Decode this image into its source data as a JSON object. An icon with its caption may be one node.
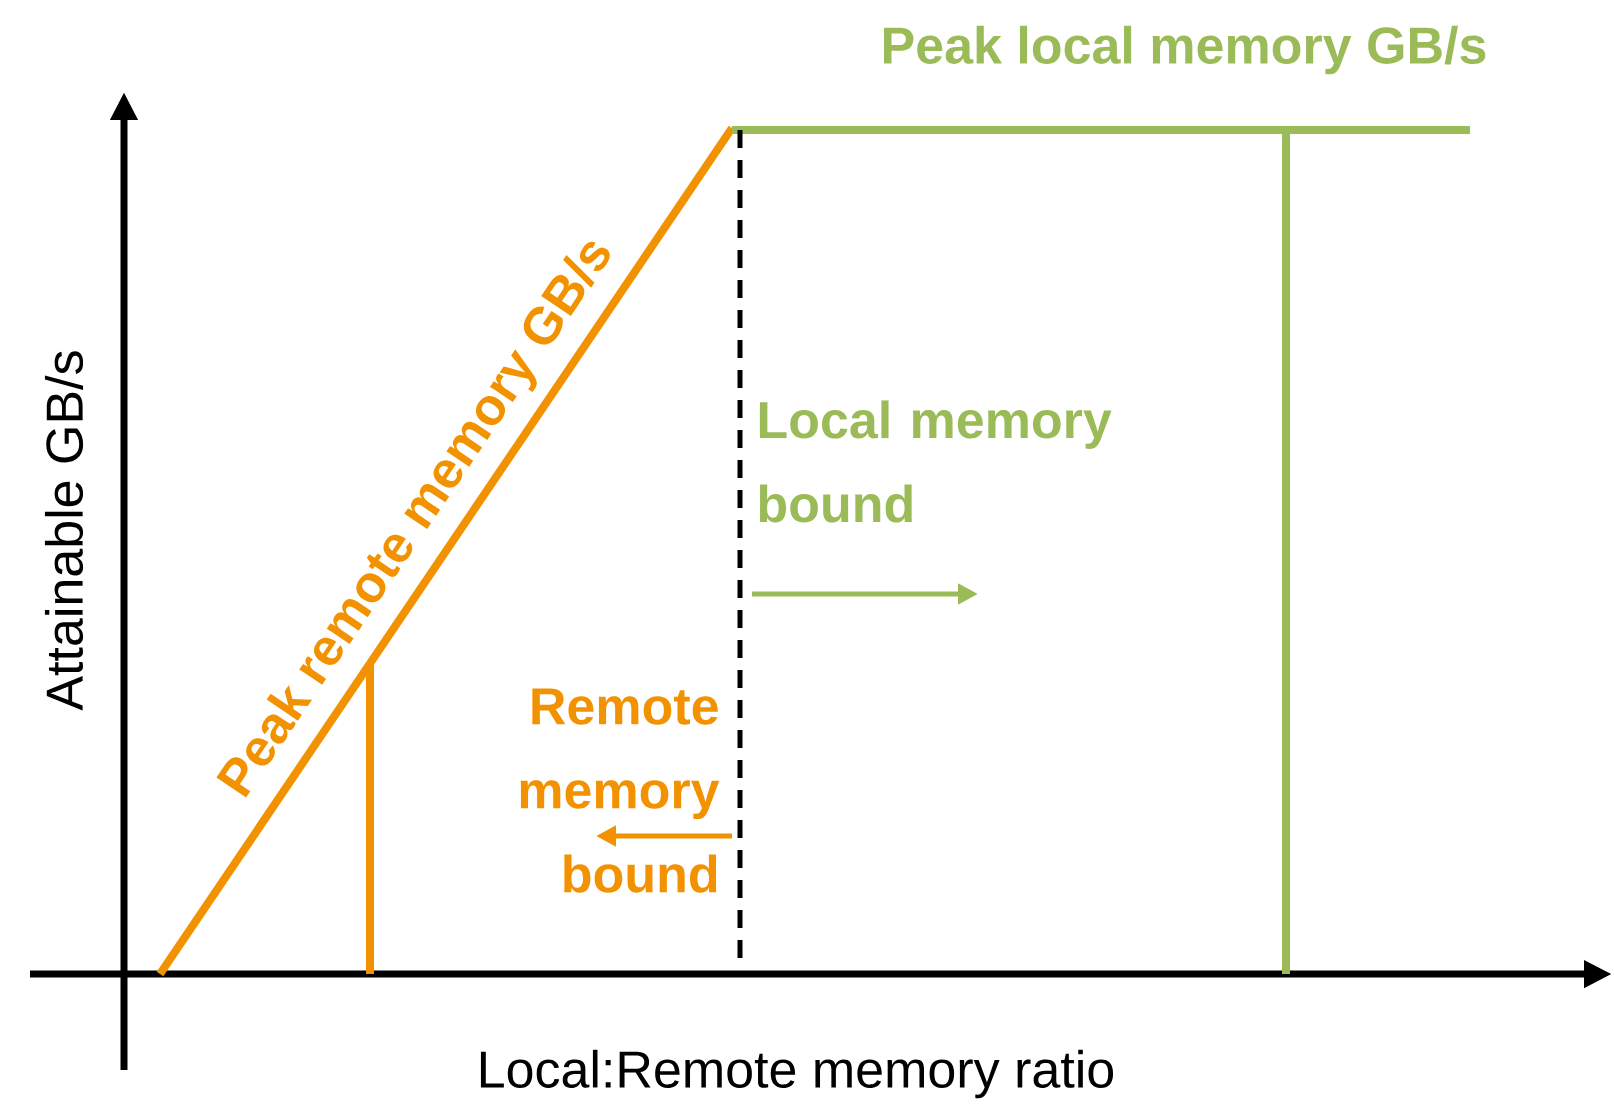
{
  "diagram": {
    "labels": [
      "Peak local memory GB/s",
      "Peak remote memory GB/s",
      "Local memory bound",
      "Remote memory bound",
      "Attainable GB/s",
      "Local:Remote memory ratio"
    ]
  }
}
